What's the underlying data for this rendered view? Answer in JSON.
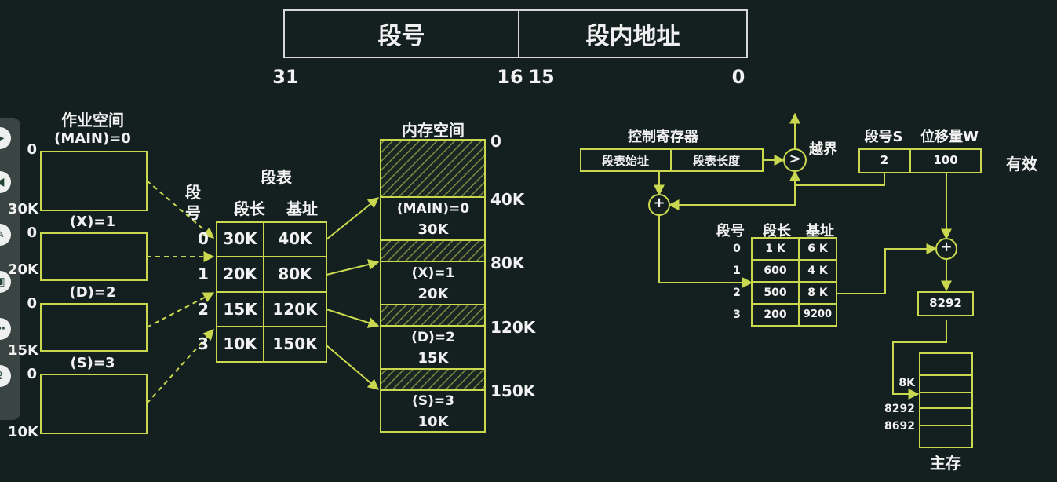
{
  "format": {
    "seg_label": "段号",
    "offset_label": "段内地址",
    "bit_31": "31",
    "bit_16": "16",
    "bit_15": "15",
    "bit_0": "0"
  },
  "job_space": {
    "title": "作业空间",
    "segments": [
      {
        "name": "(MAIN)=0",
        "start": "0",
        "end": "30K"
      },
      {
        "name": "(X)=1",
        "start": "0",
        "end": "20K"
      },
      {
        "name": "(D)=2",
        "start": "0",
        "end": "15K"
      },
      {
        "name": "(S)=3",
        "start": "0",
        "end": "10K"
      }
    ]
  },
  "seg_table": {
    "title": "段表",
    "col_segno": "段号",
    "col_length": "段长",
    "col_base": "基址",
    "rows": [
      {
        "no": "0",
        "length": "30K",
        "base": "40K"
      },
      {
        "no": "1",
        "length": "20K",
        "base": "80K"
      },
      {
        "no": "2",
        "length": "15K",
        "base": "120K"
      },
      {
        "no": "3",
        "length": "10K",
        "base": "150K"
      }
    ]
  },
  "memory": {
    "title": "内存空间",
    "addresses": [
      "0",
      "40K",
      "80K",
      "120K",
      "150K"
    ],
    "blocks": [
      {
        "name": "(MAIN)=0",
        "size": "30K"
      },
      {
        "name": "(X)=1",
        "size": "20K"
      },
      {
        "name": "(D)=2",
        "size": "15K"
      },
      {
        "name": "(S)=3",
        "size": "10K"
      }
    ]
  },
  "translation": {
    "control_register": "控制寄存器",
    "table_start": "段表始址",
    "table_length": "段表长度",
    "compare_symbol": ">",
    "overflow": "越界",
    "plus": "+",
    "seg_no_label": "段号S",
    "offset_label": "位移量W",
    "seg_no_value": "2",
    "offset_value": "100",
    "valid": "有效",
    "table_header": {
      "no": "段号",
      "length": "段长",
      "base": "基址"
    },
    "table_rows": [
      {
        "no": "0",
        "length": "1 K",
        "base": "6 K"
      },
      {
        "no": "1",
        "length": "600",
        "base": "4 K"
      },
      {
        "no": "2",
        "length": "500",
        "base": "8 K"
      },
      {
        "no": "3",
        "length": "200",
        "base": "9200"
      }
    ],
    "physical_address": "8292",
    "mem_8k": "8K",
    "mem_8292": "8292",
    "mem_8692": "8692",
    "main_memory": "主存"
  }
}
